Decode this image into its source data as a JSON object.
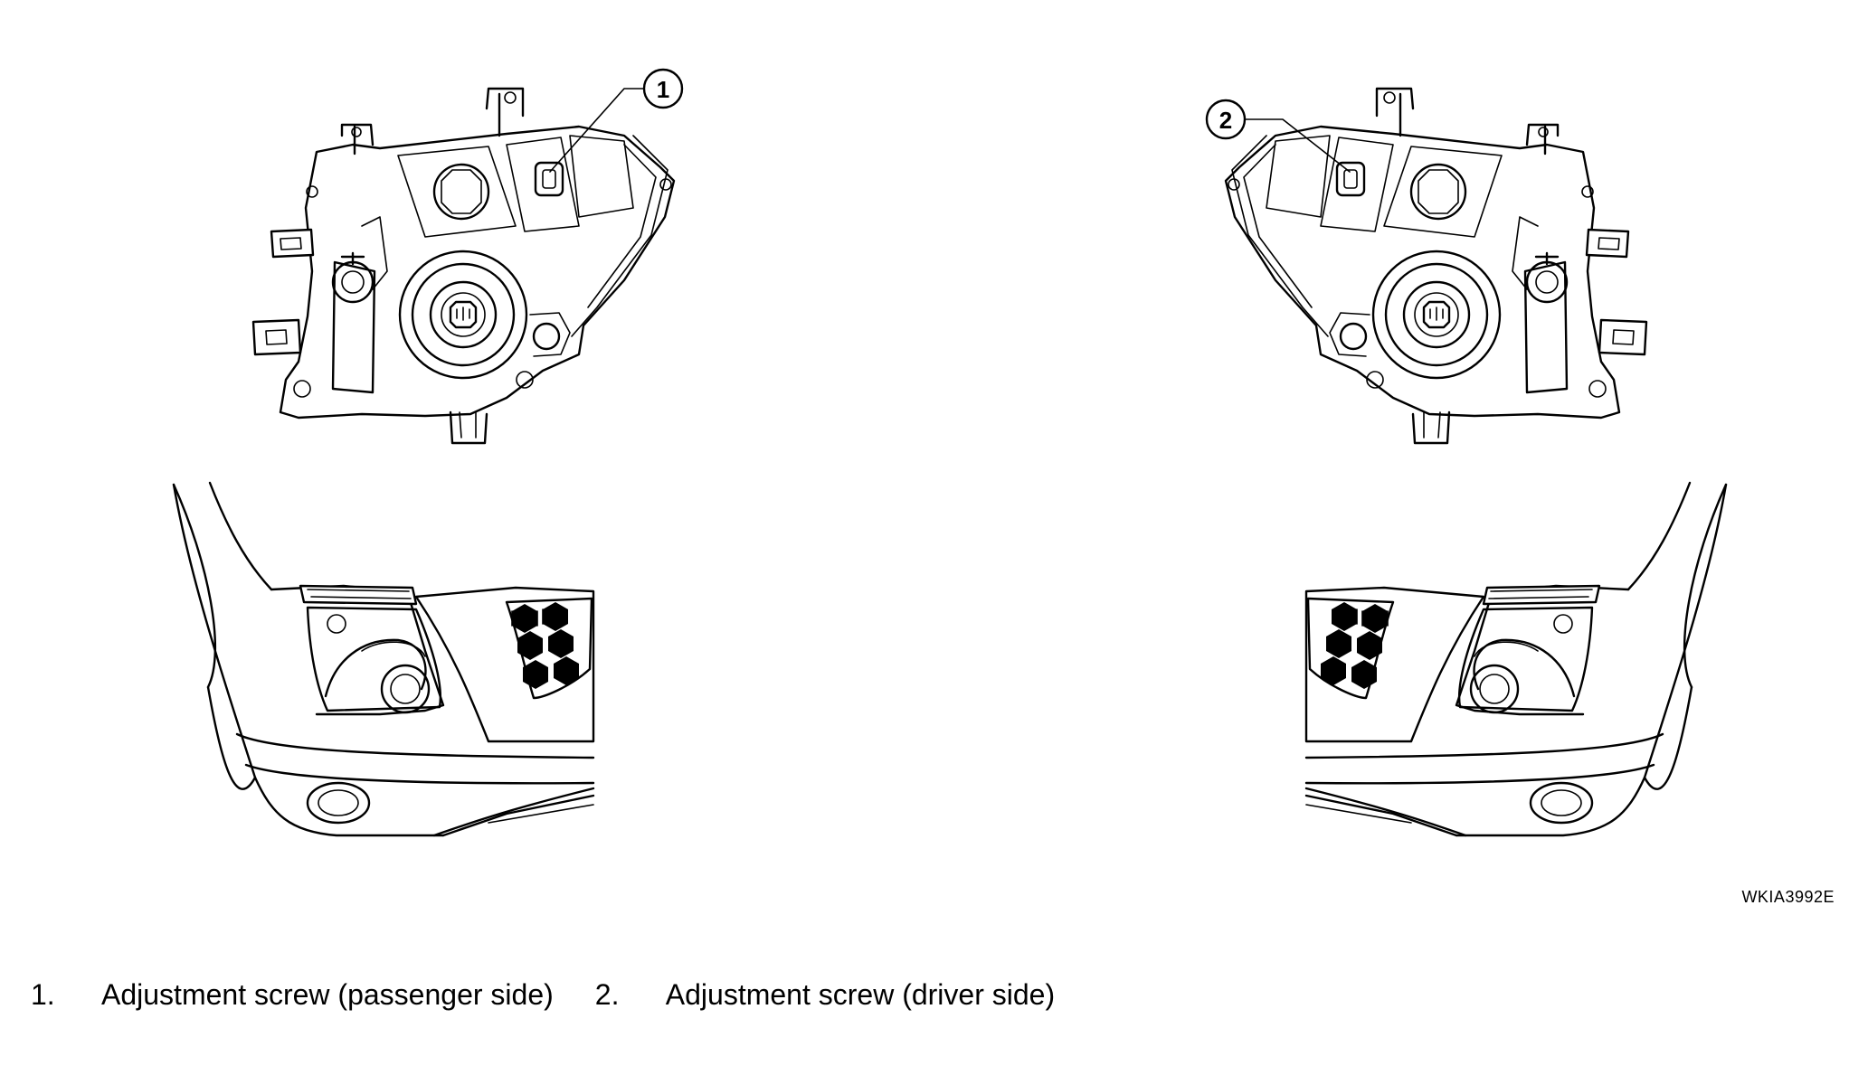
{
  "callouts": [
    {
      "num": "1"
    },
    {
      "num": "2"
    }
  ],
  "reference_code": "WKIA3992E",
  "legend": [
    {
      "num": "1.",
      "text": "Adjustment screw (passenger side)"
    },
    {
      "num": "2.",
      "text": "Adjustment screw (driver side)"
    }
  ]
}
